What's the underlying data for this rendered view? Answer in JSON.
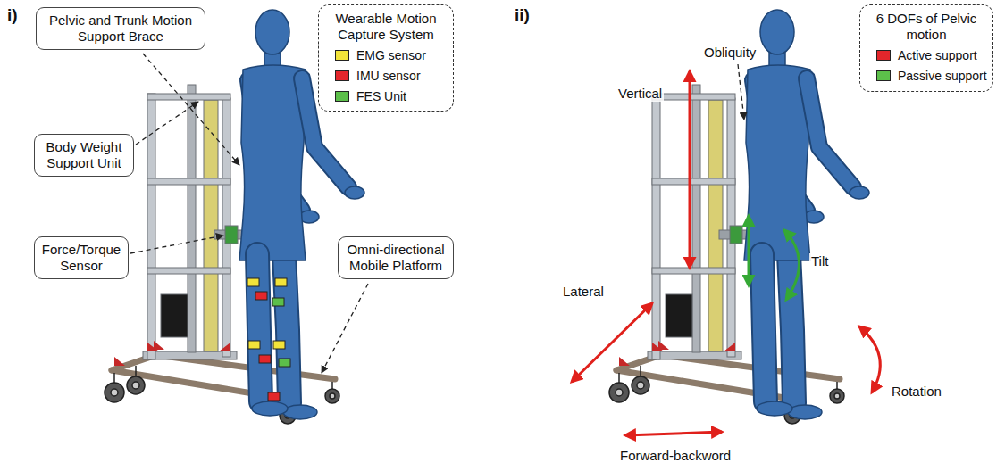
{
  "diagram": {
    "nodes": [
      {
        "text": [
          "Pelvic and Trunk Motion Support Brace"
        ]
      },
      {
        "text": [
          "Wearable Motion Capture System"
        ]
      },
      {
        "text": [
          "Body Weight Support Unit"
        ]
      },
      {
        "text": [
          "Force/Torque Sensor"
        ]
      },
      {
        "text": [
          "Omni-directional Mobile Platform"
        ]
      },
      {
        "text": [
          "6 DOFs of Pelvic motion"
        ]
      }
    ],
    "labels": [
      "i)",
      "ii)",
      "Vertical",
      "Obliquity",
      "Tilt",
      "Lateral",
      "Rotation",
      "Forward-backword"
    ],
    "legend": [
      {
        "text": "EMG sensor",
        "color": "#f2e33a"
      },
      {
        "text": "IMU sensor",
        "color": "#e3262b"
      },
      {
        "text": "FES Unit",
        "color": "#5cbf4a"
      },
      {
        "text": "Active support",
        "color": "#e3262b"
      },
      {
        "text": "Passive support",
        "color": "#5cbf4a"
      }
    ]
  }
}
